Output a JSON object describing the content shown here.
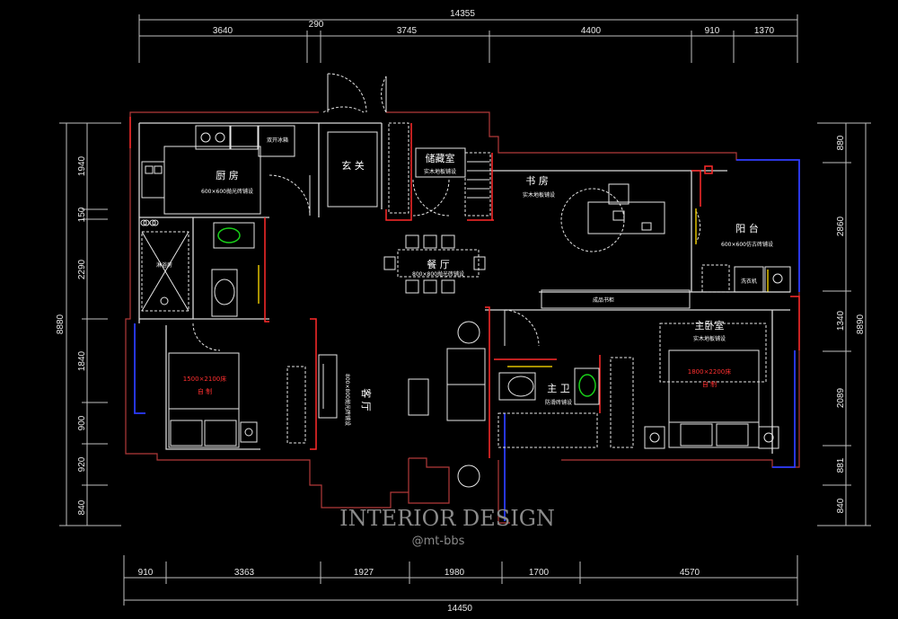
{
  "dimensions": {
    "top_total": "14355",
    "top_segments": [
      "3640",
      "290",
      "3745",
      "4400",
      "910",
      "1370"
    ],
    "bottom_total": "14450",
    "bottom_segments": [
      "910",
      "3363",
      "1927",
      "1980",
      "1700",
      "4570"
    ],
    "left_total": "8880",
    "left_segments": [
      "1940",
      "150",
      "2290",
      "1840",
      "900",
      "920",
      "840"
    ],
    "right_total": "8890",
    "right_segments": [
      "880",
      "2860",
      "1340",
      "2089",
      "881",
      "840"
    ]
  },
  "rooms": {
    "kitchen": {
      "name": "厨 房",
      "note": "600×600抛光砖铺设"
    },
    "fridge": {
      "name": "双开冰箱"
    },
    "entrance": {
      "name": "玄 关"
    },
    "storage": {
      "name": "储藏室",
      "note": "实木地板铺设"
    },
    "study": {
      "name": "书 房",
      "note": "实木地板铺设"
    },
    "balcony": {
      "name": "阳 台",
      "note": "600×600仿古砖铺设"
    },
    "washer": {
      "name": "洗衣机"
    },
    "dining": {
      "name": "餐 厅",
      "note": "800×800抛光砖铺设"
    },
    "bookshelf": {
      "name": "成品书柜"
    },
    "shower": {
      "name": "淋浴房"
    },
    "living": {
      "name": "客 厅",
      "note": "800×800抛光砖铺设"
    },
    "master_bedroom": {
      "name": "主卧室",
      "note": "实木地板铺设"
    },
    "master_bath": {
      "name": "主 卫",
      "note": "防滑砖铺设"
    },
    "bed_1": {
      "size": "1500×2100床",
      "label": "自 制"
    },
    "bed_2": {
      "size": "1800×2200床",
      "label": "自 制"
    }
  },
  "watermark": {
    "title": "INTERIOR DESIGN",
    "handle": "@mt-bbs"
  },
  "colors": {
    "background": "#000000",
    "wall_red": "#ff2a2a",
    "wall_blue": "#2b3cff",
    "bed_label_red": "#ff3030",
    "fixture_green": "#19d019",
    "door_yellow": "#e0c000"
  }
}
